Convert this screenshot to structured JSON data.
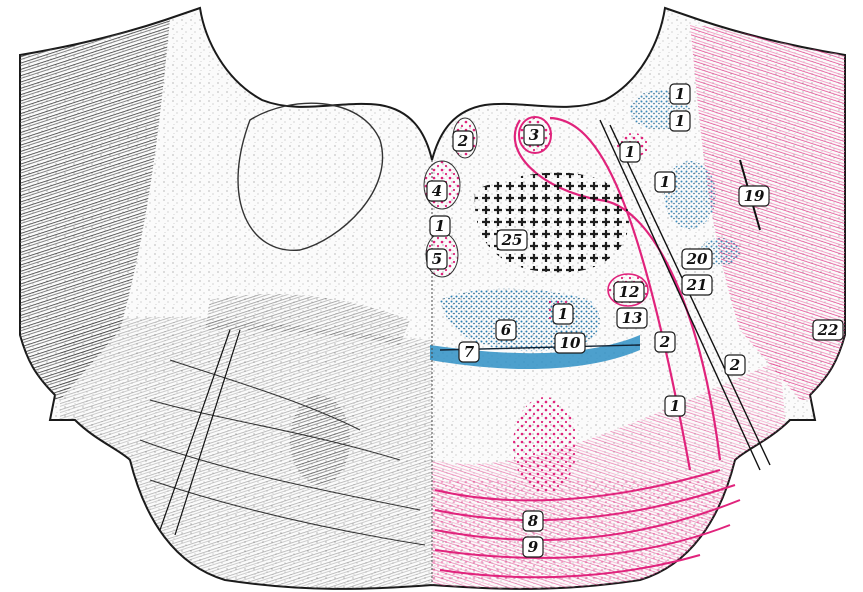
{
  "figure": {
    "colors": {
      "pink": "#e0237c",
      "blue": "#2e8fc4",
      "ink": "#1a1a1a",
      "paper": "#ffffff"
    },
    "labels": [
      {
        "id": "l-1-top",
        "text": "1",
        "color": "blue"
      },
      {
        "id": "l-1-top-b",
        "text": "1",
        "color": "blue"
      },
      {
        "id": "l-1-pink-upper",
        "text": "1",
        "color": "pink"
      },
      {
        "id": "l-1-blue-mid",
        "text": "1",
        "color": "blue"
      },
      {
        "id": "l-19",
        "text": "19",
        "color": "blue"
      },
      {
        "id": "l-2-upper",
        "text": "2",
        "color": "pink"
      },
      {
        "id": "l-3",
        "text": "3",
        "color": "pink"
      },
      {
        "id": "l-4",
        "text": "4",
        "color": "pink"
      },
      {
        "id": "l-1-mid-left",
        "text": "1",
        "color": "pink"
      },
      {
        "id": "l-5",
        "text": "5",
        "color": "pink"
      },
      {
        "id": "l-25",
        "text": "25",
        "color": "ink"
      },
      {
        "id": "l-20",
        "text": "20",
        "color": "blue"
      },
      {
        "id": "l-21",
        "text": "21",
        "color": "pink"
      },
      {
        "id": "l-12",
        "text": "12",
        "color": "pink"
      },
      {
        "id": "l-1-center",
        "text": "1",
        "color": "pink"
      },
      {
        "id": "l-13",
        "text": "13",
        "color": "ink"
      },
      {
        "id": "l-6",
        "text": "6",
        "color": "blue"
      },
      {
        "id": "l-22",
        "text": "22",
        "color": "pink"
      },
      {
        "id": "l-2-mid",
        "text": "2",
        "color": "ink"
      },
      {
        "id": "l-7",
        "text": "7",
        "color": "blue"
      },
      {
        "id": "l-10",
        "text": "10",
        "color": "blue"
      },
      {
        "id": "l-2-right",
        "text": "2",
        "color": "ink"
      },
      {
        "id": "l-1-lower",
        "text": "1",
        "color": "pink"
      },
      {
        "id": "l-8",
        "text": "8",
        "color": "pink"
      },
      {
        "id": "l-9",
        "text": "9",
        "color": "pink"
      }
    ]
  }
}
